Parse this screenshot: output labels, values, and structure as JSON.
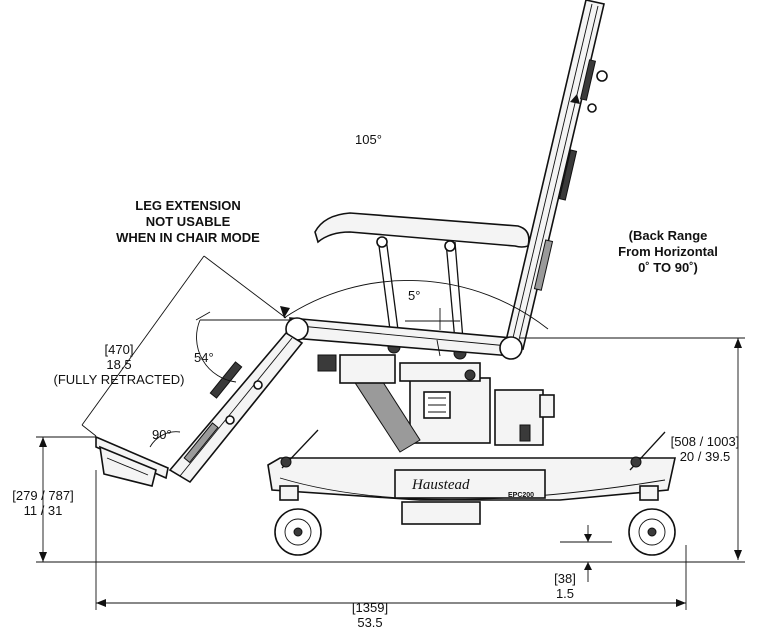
{
  "notes": {
    "leg_extension": [
      "LEG EXTENSION",
      "NOT USABLE",
      "WHEN IN CHAIR MODE"
    ],
    "back_range": [
      "(Back Range",
      "From Horizontal",
      "0˚ TO 90˚)"
    ]
  },
  "angles": {
    "back_sweep": "105°",
    "seat_tilt": "5°",
    "leg_drop": "54°",
    "foot": "90°"
  },
  "dimensions": {
    "leg_length": {
      "metric": "[470]",
      "imperial": "18.5",
      "note": "(FULLY RETRACTED)"
    },
    "seat_height": {
      "metric": "[508 / 1003]",
      "imperial": "20 / 39.5"
    },
    "foot_height": {
      "metric": "[279 / 787]",
      "imperial": "11 / 31"
    },
    "ground_clearance": {
      "metric": "[38]",
      "imperial": "1.5"
    },
    "overall_length": {
      "metric": "[1359]",
      "imperial": "53.5"
    }
  },
  "branding": {
    "logo": "Haustead",
    "model": "EPC200"
  }
}
